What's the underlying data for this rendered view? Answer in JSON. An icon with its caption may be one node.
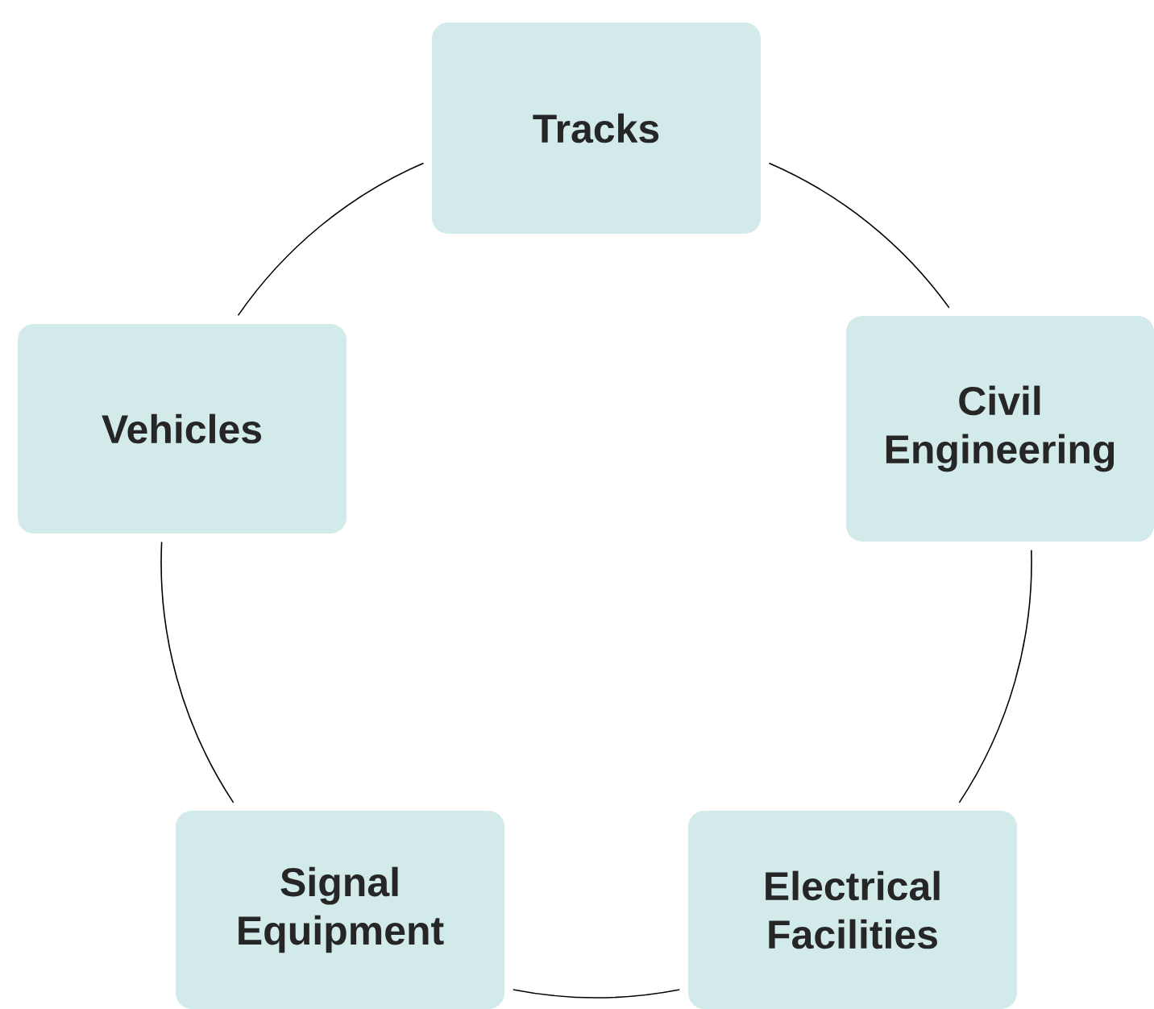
{
  "diagram": {
    "nodes": [
      {
        "text": [
          "Tracks"
        ]
      },
      {
        "text": [
          "Vehicles"
        ]
      },
      {
        "text": [
          "Civil Engineering"
        ]
      },
      {
        "text": [
          "Signal Equipment"
        ]
      },
      {
        "text": [
          "Electrical Facilities"
        ]
      }
    ],
    "edges": [
      {
        "from": 0,
        "to": 2,
        "arrow": "none"
      },
      {
        "from": 2,
        "to": 4,
        "arrow": "none"
      },
      {
        "from": 4,
        "to": 3,
        "arrow": "none"
      },
      {
        "from": 3,
        "to": 1,
        "arrow": "none"
      },
      {
        "from": 1,
        "to": 0,
        "arrow": "none"
      }
    ]
  }
}
